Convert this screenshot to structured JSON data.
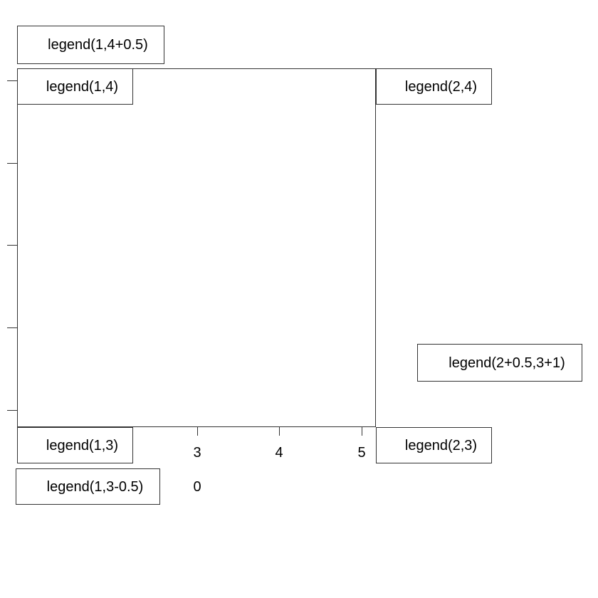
{
  "chart_data": {
    "type": "scatter",
    "title": "",
    "xlabel": "",
    "ylabel": "",
    "x_tick_labels": [
      "3",
      "4",
      "5"
    ],
    "x_tick_values": [
      3,
      4,
      5
    ],
    "x_outer_label": "0",
    "y_tick_count": 5,
    "grid": "off",
    "series": [],
    "annotations": [
      "legend(1,4+0.5)",
      "legend(1,4)",
      "legend(2,4)",
      "legend(2+0.5,3+1)",
      "legend(1,3)",
      "legend(2,3)",
      "legend(1,3-0.5)"
    ],
    "legend_positions_user_coords": [
      {
        "x": "1",
        "y": "4+0.5"
      },
      {
        "x": "1",
        "y": "4"
      },
      {
        "x": "2",
        "y": "4"
      },
      {
        "x": "2+0.5",
        "y": "3+1"
      },
      {
        "x": "1",
        "y": "3"
      },
      {
        "x": "2",
        "y": "3"
      },
      {
        "x": "1",
        "y": "3-0.5"
      }
    ]
  },
  "colors": {
    "line": "#333333",
    "text": "#000000",
    "background": "#ffffff"
  }
}
